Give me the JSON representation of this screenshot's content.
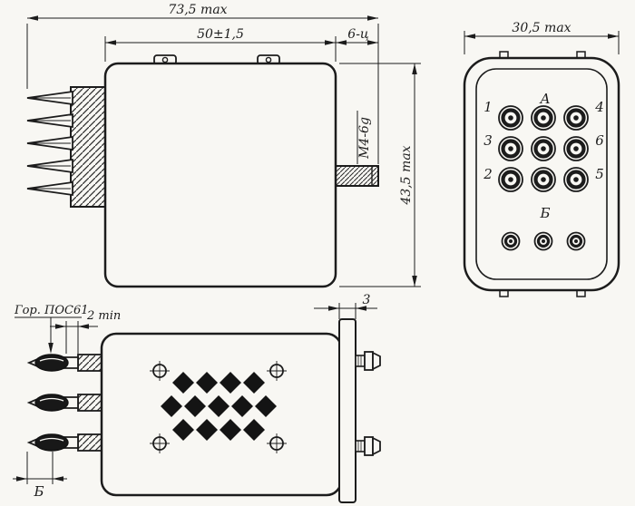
{
  "drawing": {
    "side_view": {
      "dim_overall_length": "73,5 max",
      "dim_body_length": "50±1,5",
      "dim_stud_length": "6-ц",
      "thread_spec": "М4-6g",
      "dim_overall_height": "43,5 max"
    },
    "face_view": {
      "dim_overall_width": "30,5 max",
      "pin_labels": {
        "n1": "1",
        "n2": "2",
        "n3": "3",
        "n4": "4",
        "n5": "5",
        "n6": "6",
        "a": "А",
        "b": "Б"
      }
    },
    "bottom_view": {
      "solder_note": "Гор. ПОС61",
      "dim_solder_gap": "2 min",
      "dim_flange_thickness": "3",
      "dim_pin_width_label": "Б"
    },
    "colors": {
      "ink": "#1c1c1c",
      "paper": "#f8f7f3"
    }
  }
}
